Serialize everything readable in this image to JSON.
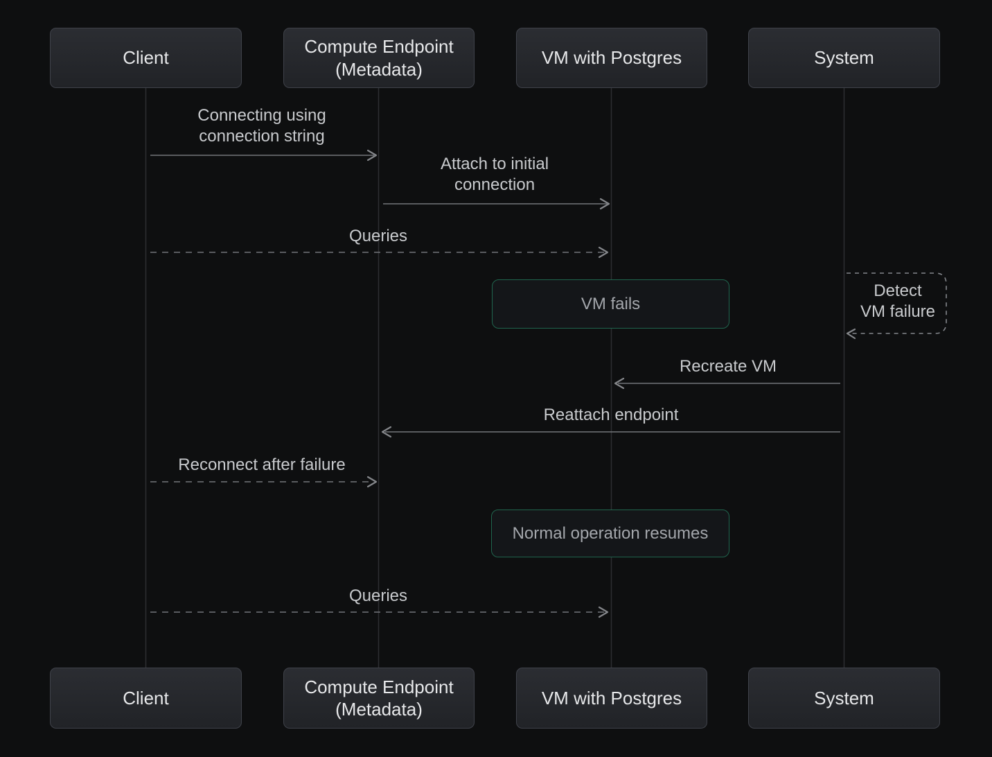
{
  "diagram": {
    "title": "VM failure and recovery sequence diagram",
    "type": "sequence",
    "actors": [
      {
        "id": "client",
        "label": "Client"
      },
      {
        "id": "compute-endpoint",
        "label": "Compute Endpoint\n(Metadata)"
      },
      {
        "id": "vm-postgres",
        "label": "VM with Postgres"
      },
      {
        "id": "system",
        "label": "System"
      }
    ],
    "messages": {
      "connect": {
        "from": "Client",
        "to": "Compute Endpoint (Metadata)",
        "style": "solid-arrow",
        "label": "Connecting using\nconnection string"
      },
      "attach": {
        "from": "Compute Endpoint (Metadata)",
        "to": "VM with Postgres",
        "style": "solid-arrow",
        "label": "Attach to initial\nconnection"
      },
      "queries1": {
        "from": "Client",
        "to": "VM with Postgres",
        "style": "dashed-arrow",
        "label": "Queries"
      },
      "vm_fails": {
        "over": "VM with Postgres",
        "style": "note",
        "label": "VM fails"
      },
      "detect": {
        "from": "System",
        "to": "System",
        "style": "dashed-self-loop",
        "label": "Detect\nVM failure"
      },
      "recreate": {
        "from": "System",
        "to": "VM with Postgres",
        "style": "solid-arrow",
        "label": "Recreate VM"
      },
      "reattach": {
        "from": "System",
        "to": "Compute Endpoint (Metadata)",
        "style": "solid-arrow",
        "label": "Reattach endpoint"
      },
      "reconnect": {
        "from": "Client",
        "to": "Compute Endpoint (Metadata)",
        "style": "dashed-arrow",
        "label": "Reconnect after failure"
      },
      "normal": {
        "over": "VM with Postgres",
        "style": "note",
        "label": "Normal operation resumes"
      },
      "queries2": {
        "from": "Client",
        "to": "VM with Postgres",
        "style": "dashed-arrow",
        "label": "Queries"
      }
    },
    "colors": {
      "background": "#0e0f10",
      "actor_fill_top": "#2b2d32",
      "actor_fill_bottom": "#212327",
      "actor_border": "#3f424a",
      "actor_text": "#e7e8ea",
      "lifeline": "#2d2f32",
      "message_line": "#74777b",
      "arrowhead": "#85878b",
      "message_text": "#c9cbce",
      "note_border": "#20654e",
      "note_fill": "#141619",
      "note_text": "#a4a7ac",
      "self_loop_line": "#84878c"
    }
  }
}
